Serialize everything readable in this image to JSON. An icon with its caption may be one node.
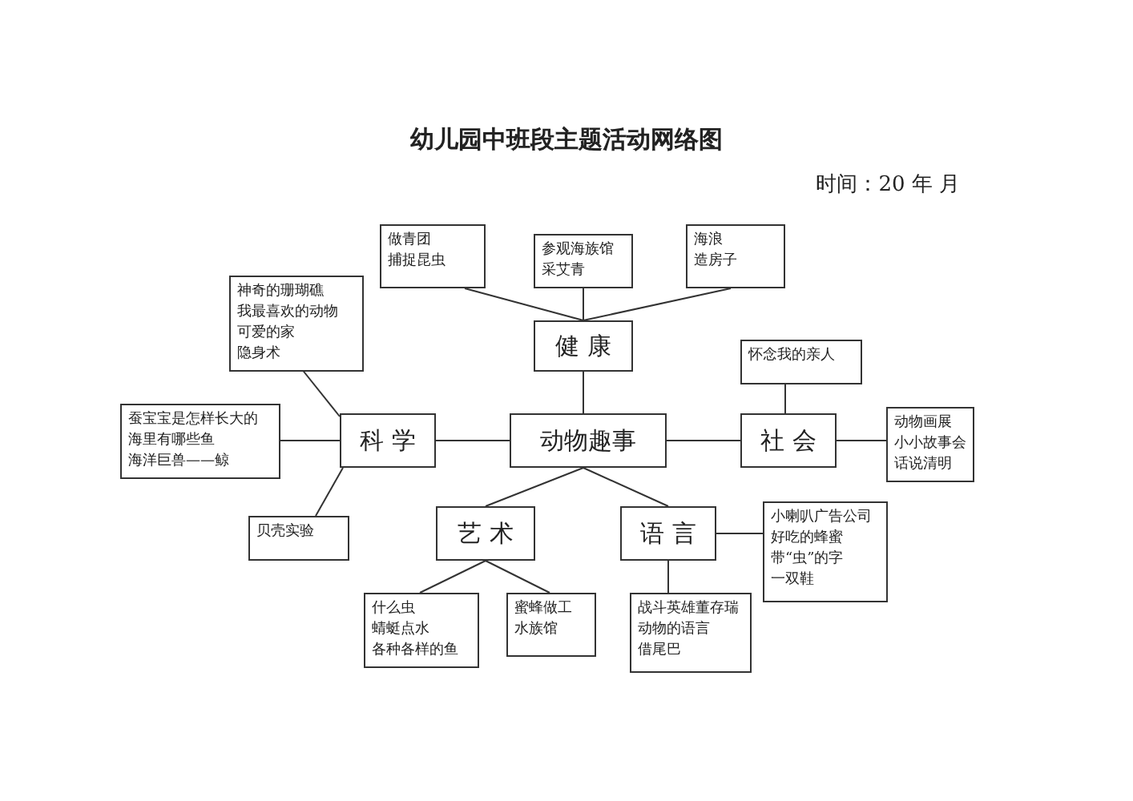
{
  "diagram": {
    "title": "幼儿园中班段主题活动网络图",
    "nodes": [
      {
        "text": [
          "做青团",
          "捕捉昆虫"
        ]
      },
      {
        "text": [
          "参观海族馆",
          "采艾青"
        ]
      },
      {
        "text": [
          "海浪",
          "造房子"
        ]
      },
      {
        "text": [
          "神奇的珊瑚礁",
          "我最喜欢的动物",
          "可爱的家",
          "隐身术"
        ]
      },
      {
        "text": [
          "健 康"
        ]
      },
      {
        "text": [
          "怀念我的亲人"
        ]
      },
      {
        "text": [
          "蚕宝宝是怎样长大的",
          "海里有哪些鱼",
          "海洋巨兽——鲸"
        ]
      },
      {
        "text": [
          "科 学"
        ]
      },
      {
        "text": [
          "动物趣事"
        ]
      },
      {
        "text": [
          "社 会"
        ]
      },
      {
        "text": [
          "动物画展",
          "小小故事会",
          "话说清明"
        ]
      },
      {
        "text": [
          "贝壳实验"
        ]
      },
      {
        "text": [
          "艺 术"
        ]
      },
      {
        "text": [
          "语 言"
        ]
      },
      {
        "text": [
          "小喇叭广告公司",
          "好吃的蜂蜜",
          "带“虫”的字",
          "一双鞋"
        ]
      },
      {
        "text": [
          "什么虫",
          "蜻蜓点水",
          "各种各样的鱼"
        ]
      },
      {
        "text": [
          "蜜蜂做工",
          "水族馆"
        ]
      },
      {
        "text": [
          "战斗英雄董存瑞",
          "动物的语言",
          "借尾巴"
        ]
      }
    ],
    "edges": [
      {
        "from": 8,
        "to": 4,
        "arrow": "none"
      },
      {
        "from": 8,
        "to": 7,
        "arrow": "none"
      },
      {
        "from": 8,
        "to": 9,
        "arrow": "none"
      },
      {
        "from": 8,
        "to": 12,
        "arrow": "none"
      },
      {
        "from": 8,
        "to": 13,
        "arrow": "none"
      },
      {
        "from": 4,
        "to": 0,
        "arrow": "none"
      },
      {
        "from": 4,
        "to": 1,
        "arrow": "none"
      },
      {
        "from": 4,
        "to": 2,
        "arrow": "none"
      },
      {
        "from": 7,
        "to": 3,
        "arrow": "none"
      },
      {
        "from": 7,
        "to": 6,
        "arrow": "none"
      },
      {
        "from": 7,
        "to": 11,
        "arrow": "none"
      },
      {
        "from": 9,
        "to": 5,
        "arrow": "none"
      },
      {
        "from": 9,
        "to": 10,
        "arrow": "none"
      },
      {
        "from": 12,
        "to": 15,
        "arrow": "none"
      },
      {
        "from": 12,
        "to": 16,
        "arrow": "none"
      },
      {
        "from": 13,
        "to": 17,
        "arrow": "none"
      },
      {
        "from": 13,
        "to": 14,
        "arrow": "none"
      }
    ],
    "labels": [
      "时间：20 年 月"
    ]
  }
}
